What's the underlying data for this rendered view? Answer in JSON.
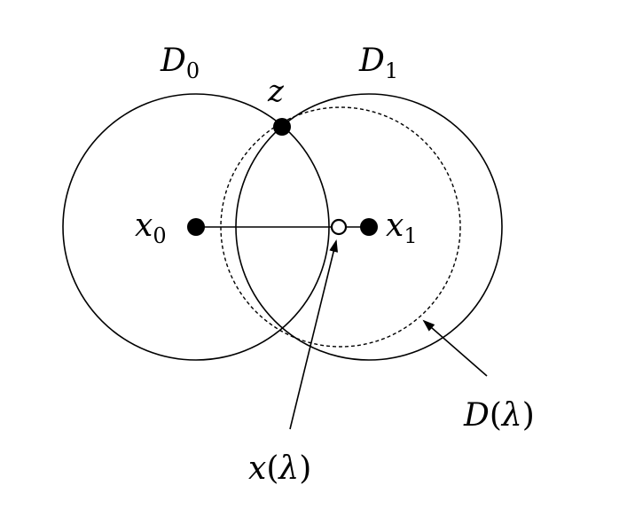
{
  "labels": {
    "D0": {
      "main": "D",
      "sub": "0"
    },
    "D1": {
      "main": "D",
      "sub": "1"
    },
    "z": "z",
    "x0": {
      "main": "x",
      "sub": "0"
    },
    "x1": {
      "main": "x",
      "sub": "1"
    },
    "x_lambda": {
      "main": "x",
      "open": "(",
      "arg": "λ",
      "close": ")"
    },
    "D_lambda": {
      "main": "D",
      "open": "(",
      "arg": "λ",
      "close": ")"
    }
  },
  "colors": {
    "stroke": "#000000",
    "background": "#ffffff"
  }
}
